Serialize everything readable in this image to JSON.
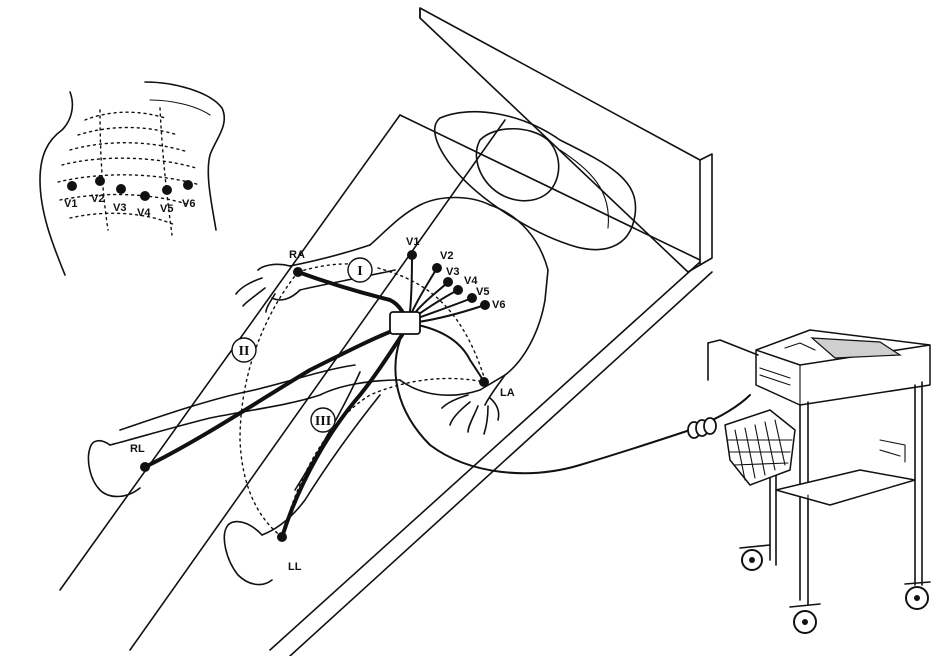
{
  "inset_labels": [
    "V1",
    "V2",
    "V3",
    "V4",
    "V5",
    "V6"
  ],
  "body_labels": {
    "ra": "RA",
    "la": "LA",
    "rl": "RL",
    "ll": "LL",
    "v1": "V1",
    "v2": "V2",
    "v3": "V3",
    "v4": "V4",
    "v5": "V5",
    "v6": "V6"
  },
  "leads": {
    "lead_1": "I",
    "lead_2": "II",
    "lead_3": "III"
  }
}
